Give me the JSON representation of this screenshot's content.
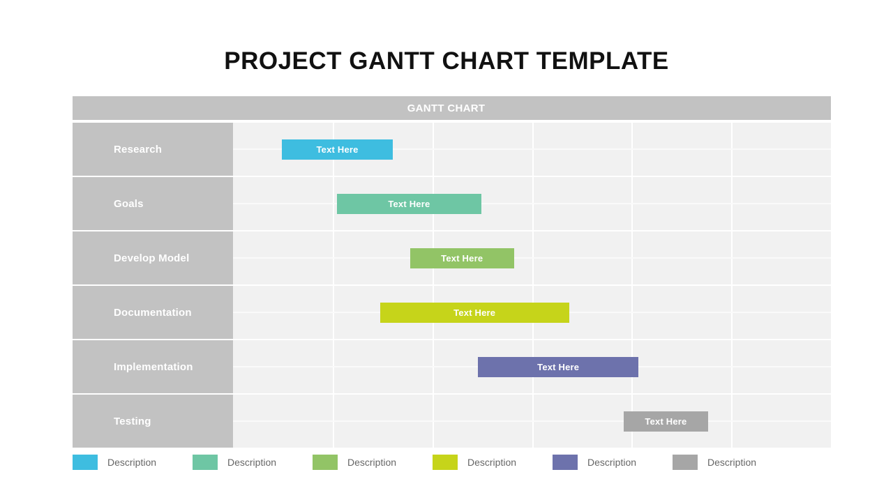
{
  "slide": {
    "title": "PROJECT GANTT CHART TEMPLATE",
    "background": "#ffffff"
  },
  "chart_header": {
    "label": "GANTT CHART",
    "background": "#c2c2c2",
    "text_color": "#ffffff"
  },
  "chart_data": {
    "type": "bar",
    "subtype": "gantt",
    "title": "GANTT CHART",
    "xlabel": "",
    "ylabel": "",
    "grid": true,
    "columns": 6,
    "track_background": "#f1f1f1",
    "label_column_background": "#c2c2c2",
    "categories": [
      "Research",
      "Goals",
      "Develop Model",
      "Documentation",
      "Implementation",
      "Testing"
    ],
    "bar_label": "Text Here",
    "tasks": [
      {
        "name": "Research",
        "label": "Text Here",
        "color": "#3ebde0",
        "start_pct": 8.2,
        "end_pct": 26.7,
        "duration_pct": 18.5
      },
      {
        "name": "Goals",
        "label": "Text Here",
        "color": "#6ec6a4",
        "start_pct": 17.4,
        "end_pct": 41.5,
        "duration_pct": 24.1
      },
      {
        "name": "Develop Model",
        "label": "Text Here",
        "color": "#92c466",
        "start_pct": 29.6,
        "end_pct": 47.0,
        "duration_pct": 17.4
      },
      {
        "name": "Documentation",
        "label": "Text Here",
        "color": "#c6d41a",
        "start_pct": 24.6,
        "end_pct": 56.2,
        "duration_pct": 31.6
      },
      {
        "name": "Implementation",
        "label": "Text Here",
        "color": "#6d72ac",
        "start_pct": 41.0,
        "end_pct": 67.8,
        "duration_pct": 26.8
      },
      {
        "name": "Testing",
        "label": "Text Here",
        "color": "#a6a6a6",
        "start_pct": 65.3,
        "end_pct": 79.5,
        "duration_pct": 14.2
      }
    ],
    "legend": {
      "position": "bottom",
      "entries": [
        {
          "label": "Description",
          "color": "#3ebde0"
        },
        {
          "label": "Description",
          "color": "#6ec6a4"
        },
        {
          "label": "Description",
          "color": "#92c466"
        },
        {
          "label": "Description",
          "color": "#c6d41a"
        },
        {
          "label": "Description",
          "color": "#6d72ac"
        },
        {
          "label": "Description",
          "color": "#a6a6a6"
        }
      ]
    }
  }
}
